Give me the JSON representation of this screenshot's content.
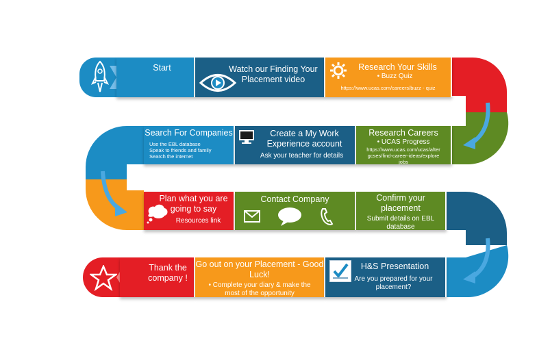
{
  "rows": [
    {
      "cells": [
        {
          "title": "Start"
        },
        {
          "title": "Watch our Finding Your Placement video"
        },
        {
          "title": "Research Your Skills",
          "bullet": "Buzz Quiz",
          "url": "https://www.ucas.com/careers/buzz - quiz"
        }
      ]
    },
    {
      "cells": [
        {
          "title": "Search For Companies",
          "lines": [
            "Use the EBL database",
            "Speak to friends and family",
            "Search the internet"
          ]
        },
        {
          "title": "Create a My Work Experience account",
          "sub": "Ask your teacher for details"
        },
        {
          "title": "Research Careers",
          "bullet": "UCAS Progress",
          "url": "https://www.ucas.com/ucas/after gcses/find-career-ideas/explore jobs"
        }
      ]
    },
    {
      "cells": [
        {
          "title": "Plan what you are going to say",
          "sub": "Resources link"
        },
        {
          "title": "Contact Company"
        },
        {
          "title": "Confirm your placement",
          "sub": "Submit details on EBL database"
        }
      ]
    },
    {
      "cells": [
        {
          "title": "Thank the company !"
        },
        {
          "title": "Go out on your Placement - Good Luck!",
          "bullet": "Complete your diary & make the most of the opportunity"
        },
        {
          "title": "H&S Presentation",
          "sub": "Are you prepared for your placement?"
        }
      ]
    }
  ],
  "colors": {
    "blue": "#1c8cc4",
    "dark_blue": "#1b5f86",
    "orange": "#f7991b",
    "red": "#e41e25",
    "green": "#5e8a23"
  },
  "icons": [
    "rocket-icon",
    "eye-icon",
    "gear-icon",
    "computer-icon",
    "thought-bubble-icon",
    "envelope-icon",
    "speech-bubble-icon",
    "phone-icon",
    "checkmark-icon",
    "star-icon"
  ]
}
